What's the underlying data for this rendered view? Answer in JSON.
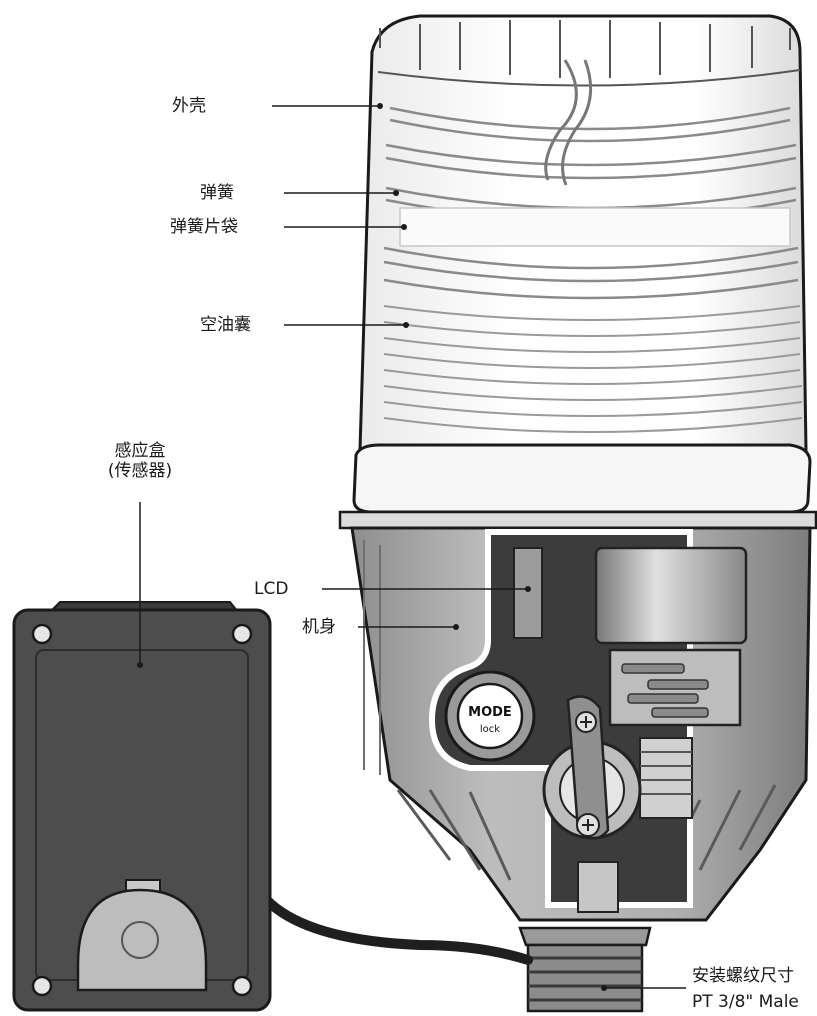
{
  "callouts": {
    "shell": "外壳",
    "spring": "弹簧",
    "spring_bag": "弹簧片袋",
    "oil_bladder": "空油囊",
    "sensor_box_line1": "感应盒",
    "sensor_box_line2": "(传感器)",
    "lcd": "LCD",
    "body": "机身",
    "thread_line1": "安装螺纹尺寸",
    "thread_line2": "PT 3/8\" Male"
  },
  "mode_button": {
    "line1": "MODE",
    "line2": "lock"
  },
  "colors": {
    "line": "#1a1a1a",
    "body_grey": "#a9a9a9",
    "sensor_grey": "#4a4a4a",
    "shell_white": "#f4f4f4"
  }
}
